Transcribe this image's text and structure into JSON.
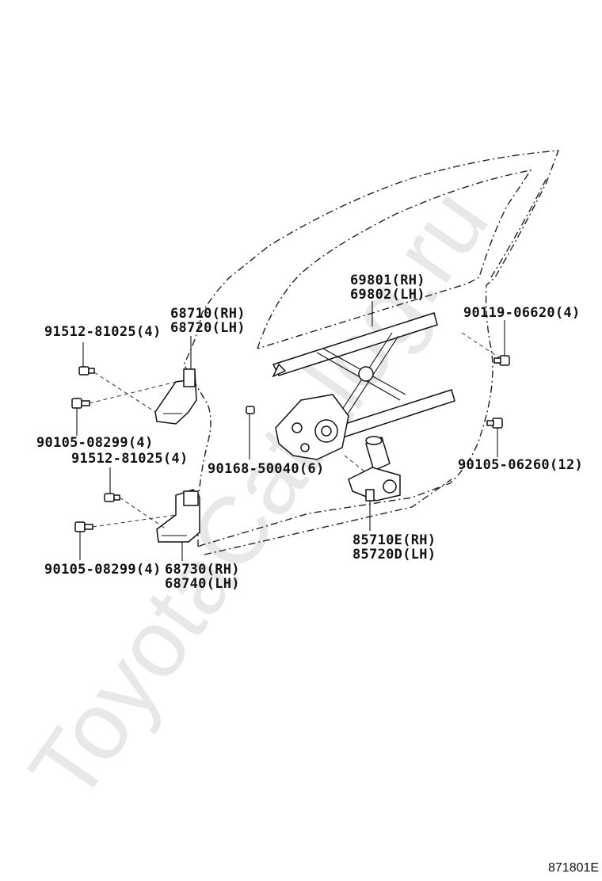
{
  "watermark": "ToyotaCatalog.ru",
  "figure_code": "871801E",
  "labels": {
    "regulator_rh": "69801(RH)",
    "regulator_lh": "69802(LH)",
    "upper_hinge_rh": "68710(RH)",
    "upper_hinge_lh": "68720(LH)",
    "bolt_upper_left": "91512-81025(4)",
    "bolt_lower_left_1": "90105-08299(4)",
    "bolt_lower_left_2": "91512-81025(4)",
    "bolt_bottom_left": "90105-08299(4)",
    "lower_hinge_rh": "68730(RH)",
    "lower_hinge_lh": "68740(LH)",
    "bolt_center": "90168-50040(6)",
    "bolt_upper_right": "90119-06620(4)",
    "bolt_lower_right": "90105-06260(12)",
    "motor_rh": "85710E(RH)",
    "motor_lh": "85720D(LH)"
  }
}
